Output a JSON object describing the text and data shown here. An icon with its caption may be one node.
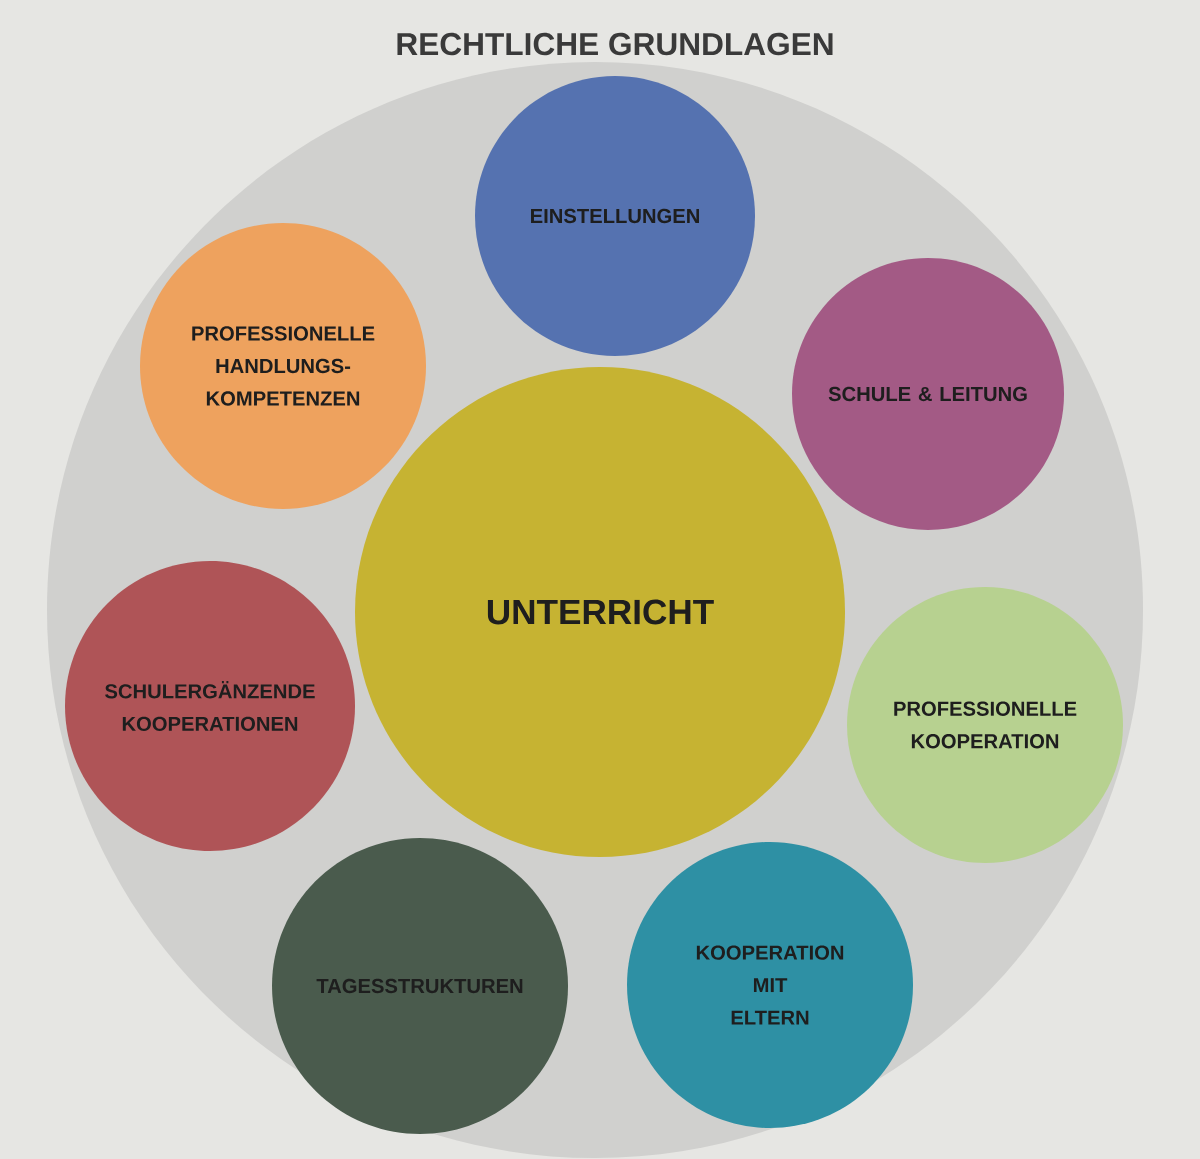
{
  "diagram": {
    "nodes": [
      {
        "text": [
          "RECHTLICHE GRUNDLAGEN"
        ]
      },
      {
        "text": [
          "EINSTELLUNGEN"
        ],
        "in": 0
      },
      {
        "text": [
          "PROFESSIONELLE HANDLUNGS- KOMPETENZEN"
        ],
        "in": 0
      },
      {
        "text": [
          "SCHULE & LEITUNG"
        ],
        "in": 0
      },
      {
        "text": [
          "UNTERRICHT"
        ],
        "in": 0
      },
      {
        "text": [
          "SCHULERGÄNZENDE KOOPERATIONEN"
        ],
        "in": 0
      },
      {
        "text": [
          "PROFESSIONELLE KOOPERATION"
        ],
        "in": 0
      },
      {
        "text": [
          "TAGESSTRUKTUREN"
        ],
        "in": 0
      },
      {
        "text": [
          "KOOPERATION MIT ELTERN"
        ],
        "in": 0
      }
    ]
  }
}
